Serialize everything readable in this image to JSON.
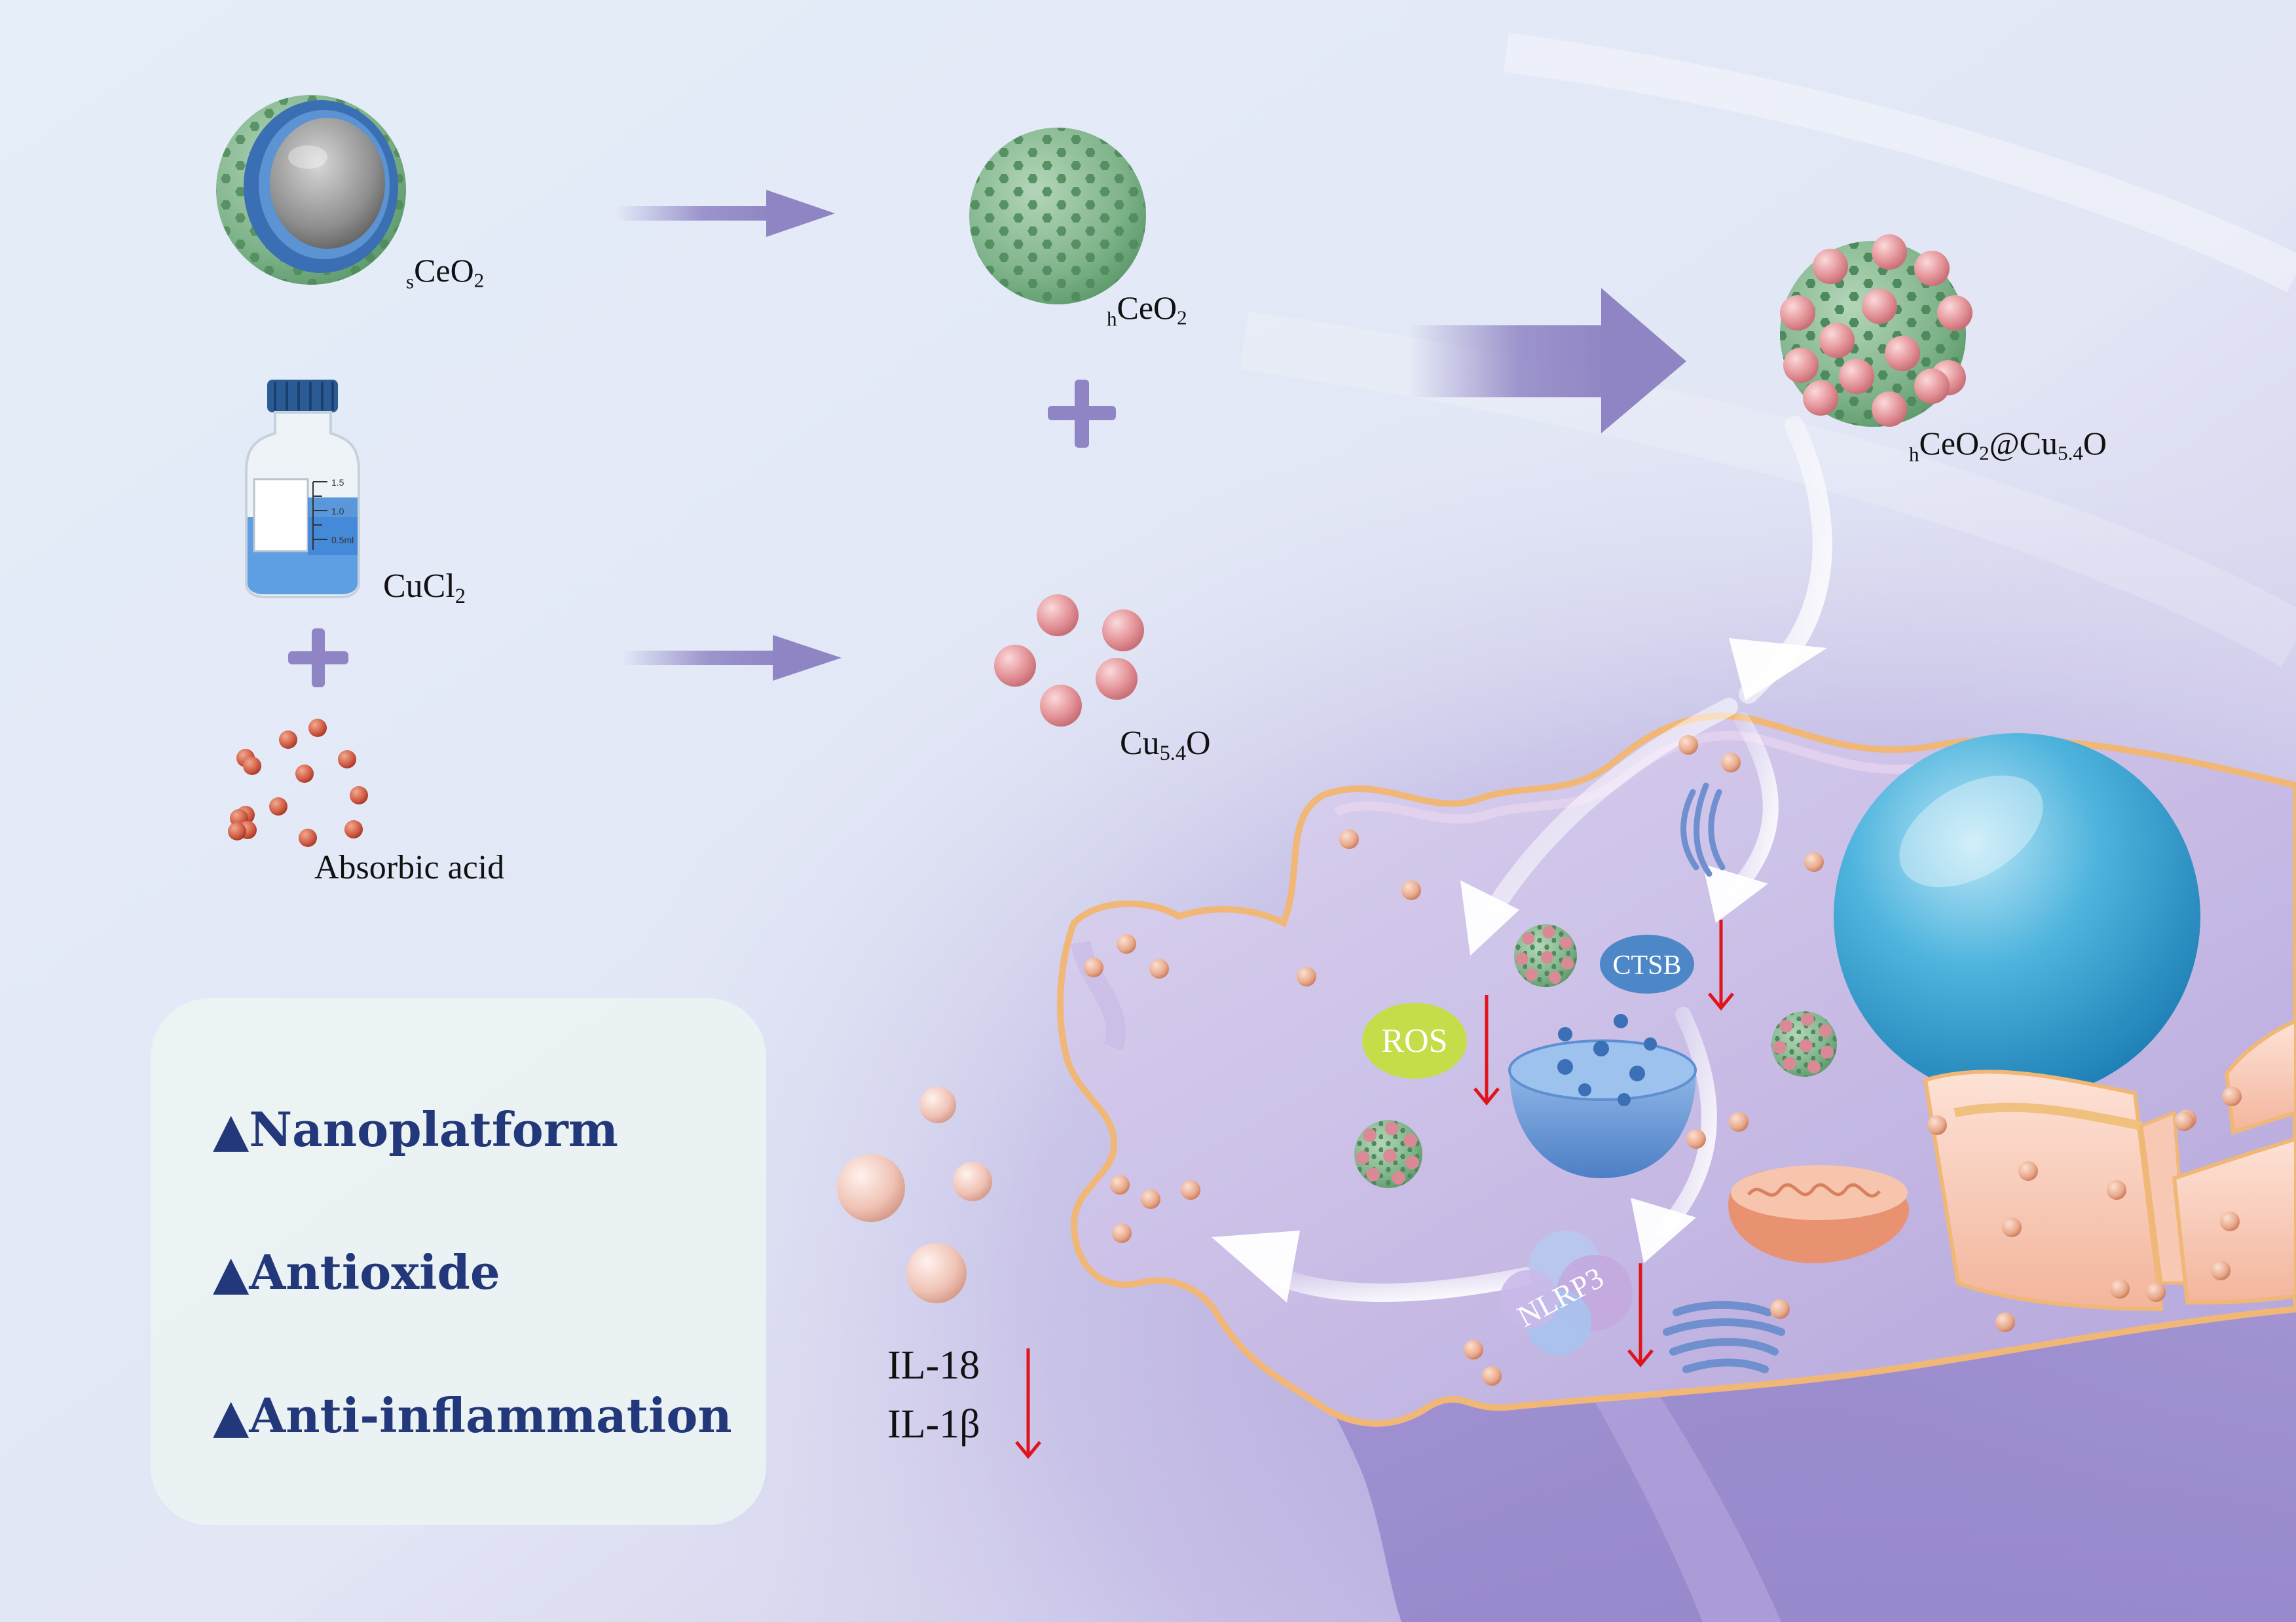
{
  "labels": {
    "sceo2": {
      "prefix": "s",
      "main": "CeO",
      "sub": "2"
    },
    "hceo2": {
      "prefix": "h",
      "main": "CeO",
      "sub": "2"
    },
    "composite": {
      "prefix": "h",
      "a": "CeO",
      "sub_a": "2",
      "b": "@Cu",
      "sub_b": "5.4",
      "c": "O"
    },
    "cucl2": {
      "main": "CuCl",
      "sub": "2"
    },
    "cu54o": {
      "main": "Cu",
      "sub": "5.4",
      "tail": "O"
    },
    "acid": "Absorbic acid",
    "il18": "IL-18",
    "il1b": "IL-1β"
  },
  "vial_scale": [
    "1.5",
    "1.0",
    "0.5ml"
  ],
  "cell_labels": {
    "ros": "ROS",
    "ctsb": "CTSB",
    "nlrp3": "NLRP3"
  },
  "features": [
    "▲Nanoplatform",
    "▲Antioxide",
    "▲Anti-inflammation"
  ],
  "colors": {
    "background": "#e4edf8",
    "arrow": "#8f85c4",
    "feature_text": "#23387a",
    "cell_membrane": "#f0b777",
    "down_arrow": "#e0141c",
    "nanoparticle_green": "#7fb38a",
    "cu_particle": "#e5979c",
    "nucleus": "#3faad8",
    "ros_badge": "#c6dd4a",
    "ctsb_badge": "#4d87c7"
  }
}
